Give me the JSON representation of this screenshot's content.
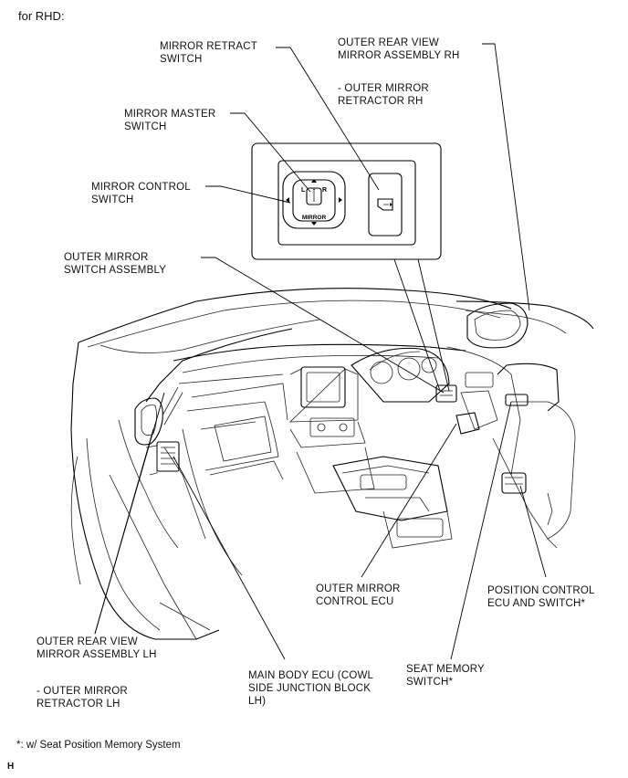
{
  "header": "for RHD:",
  "labels": {
    "mirror_retract_switch": [
      "MIRROR RETRACT",
      "SWITCH"
    ],
    "outer_rear_view_rh": [
      "OUTER REAR VIEW",
      "MIRROR ASSEMBLY RH"
    ],
    "outer_mirror_retractor_rh": [
      "- OUTER MIRROR",
      "RETRACTOR RH"
    ],
    "mirror_master_switch": [
      "MIRROR MASTER",
      "SWITCH"
    ],
    "mirror_control_switch": [
      "MIRROR CONTROL",
      "SWITCH"
    ],
    "outer_mirror_switch_assembly": [
      "OUTER MIRROR",
      "SWITCH ASSEMBLY"
    ],
    "outer_mirror_control_ecu": [
      "OUTER MIRROR",
      "CONTROL ECU"
    ],
    "position_control_ecu": [
      "POSITION CONTROL",
      "ECU AND SWITCH*"
    ],
    "outer_rear_view_lh": [
      "OUTER REAR VIEW",
      "MIRROR ASSEMBLY LH"
    ],
    "outer_mirror_retractor_lh": [
      "- OUTER MIRROR",
      "RETRACTOR LH"
    ],
    "main_body_ecu": [
      "MAIN BODY ECU (COWL",
      "SIDE JUNCTION BLOCK",
      "LH)"
    ],
    "seat_memory_switch": [
      "SEAT MEMORY",
      "SWITCH*"
    ]
  },
  "switch_markings": {
    "left": "L",
    "right": "R",
    "name": "MIRROR"
  },
  "footnote": "*: w/ Seat Position Memory System",
  "corner_mark": "H"
}
